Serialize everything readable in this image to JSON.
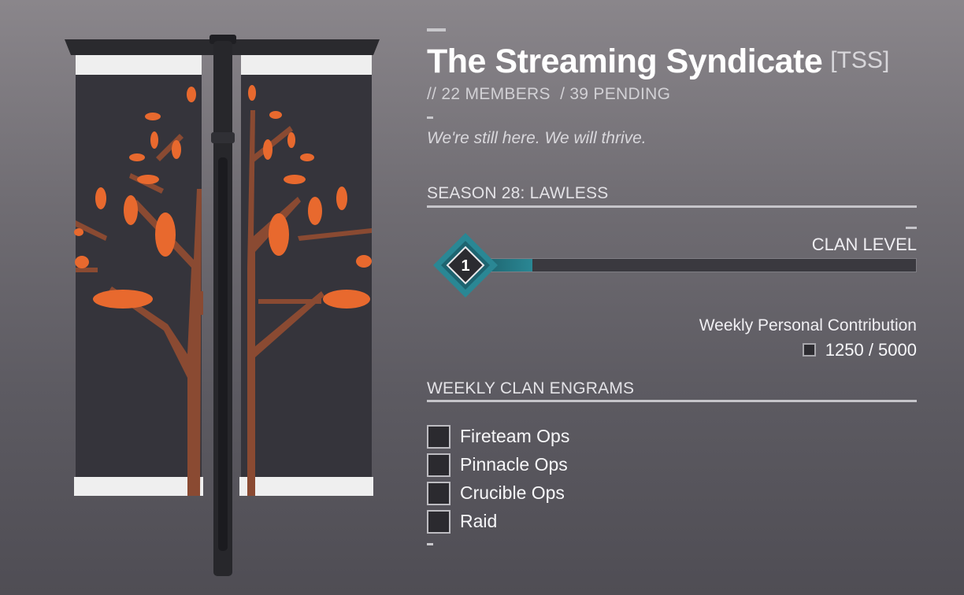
{
  "clan": {
    "name": "The Streaming Syndicate",
    "tag": "[TSS]",
    "members": "// 22 MEMBERS",
    "pending": "/ 39 PENDING",
    "motto": "We're still here. We will thrive."
  },
  "season": {
    "label": "SEASON 28: LAWLESS",
    "clan_level_label": "CLAN LEVEL",
    "clan_level": "1",
    "level_progress": 0.13
  },
  "weekly": {
    "label": "Weekly Personal Contribution",
    "value": "1250 / 5000"
  },
  "engrams": {
    "label": "WEEKLY CLAN ENGRAMS",
    "items": [
      {
        "label": "Fireteam Ops",
        "checked": false
      },
      {
        "label": "Pinnacle Ops",
        "checked": false
      },
      {
        "label": "Crucible Ops",
        "checked": false
      },
      {
        "label": "Raid",
        "checked": false
      }
    ]
  },
  "colors": {
    "banner_cloth": "#35343b",
    "branch": "#8a4a32",
    "leaf": "#e8692e",
    "accent_teal": "#2a8794"
  }
}
